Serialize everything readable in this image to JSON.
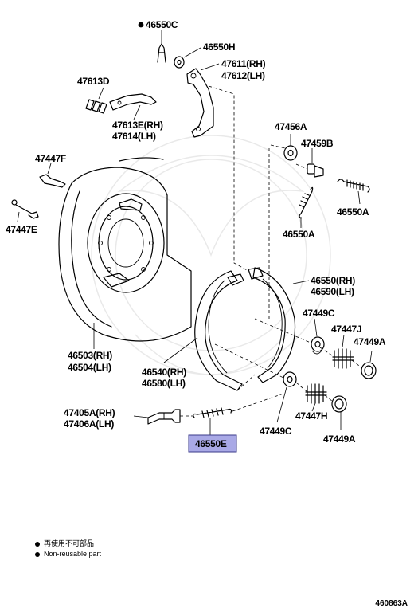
{
  "labels": {
    "l46550c": "46550C",
    "l46550h": "46550H",
    "l47611": "47611(RH)",
    "l47612": "47612(LH)",
    "l47613d": "47613D",
    "l47613e": "47613E(RH)",
    "l47614": "47614(LH)",
    "l47447f": "47447F",
    "l47447e": "47447E",
    "l47456a": "47456A",
    "l47459b": "47459B",
    "l46550a_1": "46550A",
    "l46550a_2": "46550A",
    "l46550rh": "46550(RH)",
    "l46590lh": "46590(LH)",
    "l47449c_1": "47449C",
    "l47447j": "47447J",
    "l47449a_1": "47449A",
    "l46503": "46503(RH)",
    "l46504": "46504(LH)",
    "l46540": "46540(RH)",
    "l46580": "46580(LH)",
    "l47405a": "47405A(RH)",
    "l47406a": "47406A(LH)",
    "l46550e": "46550E",
    "l47449c_2": "47449C",
    "l47447h": "47447H",
    "l47449a_2": "47449A"
  },
  "highlight": {
    "part": "46550E",
    "color": "#a9a9e6"
  },
  "legend": {
    "line1": "再使用不可部品",
    "line2": "Non-reusable part"
  },
  "diagram_code": "460863A"
}
